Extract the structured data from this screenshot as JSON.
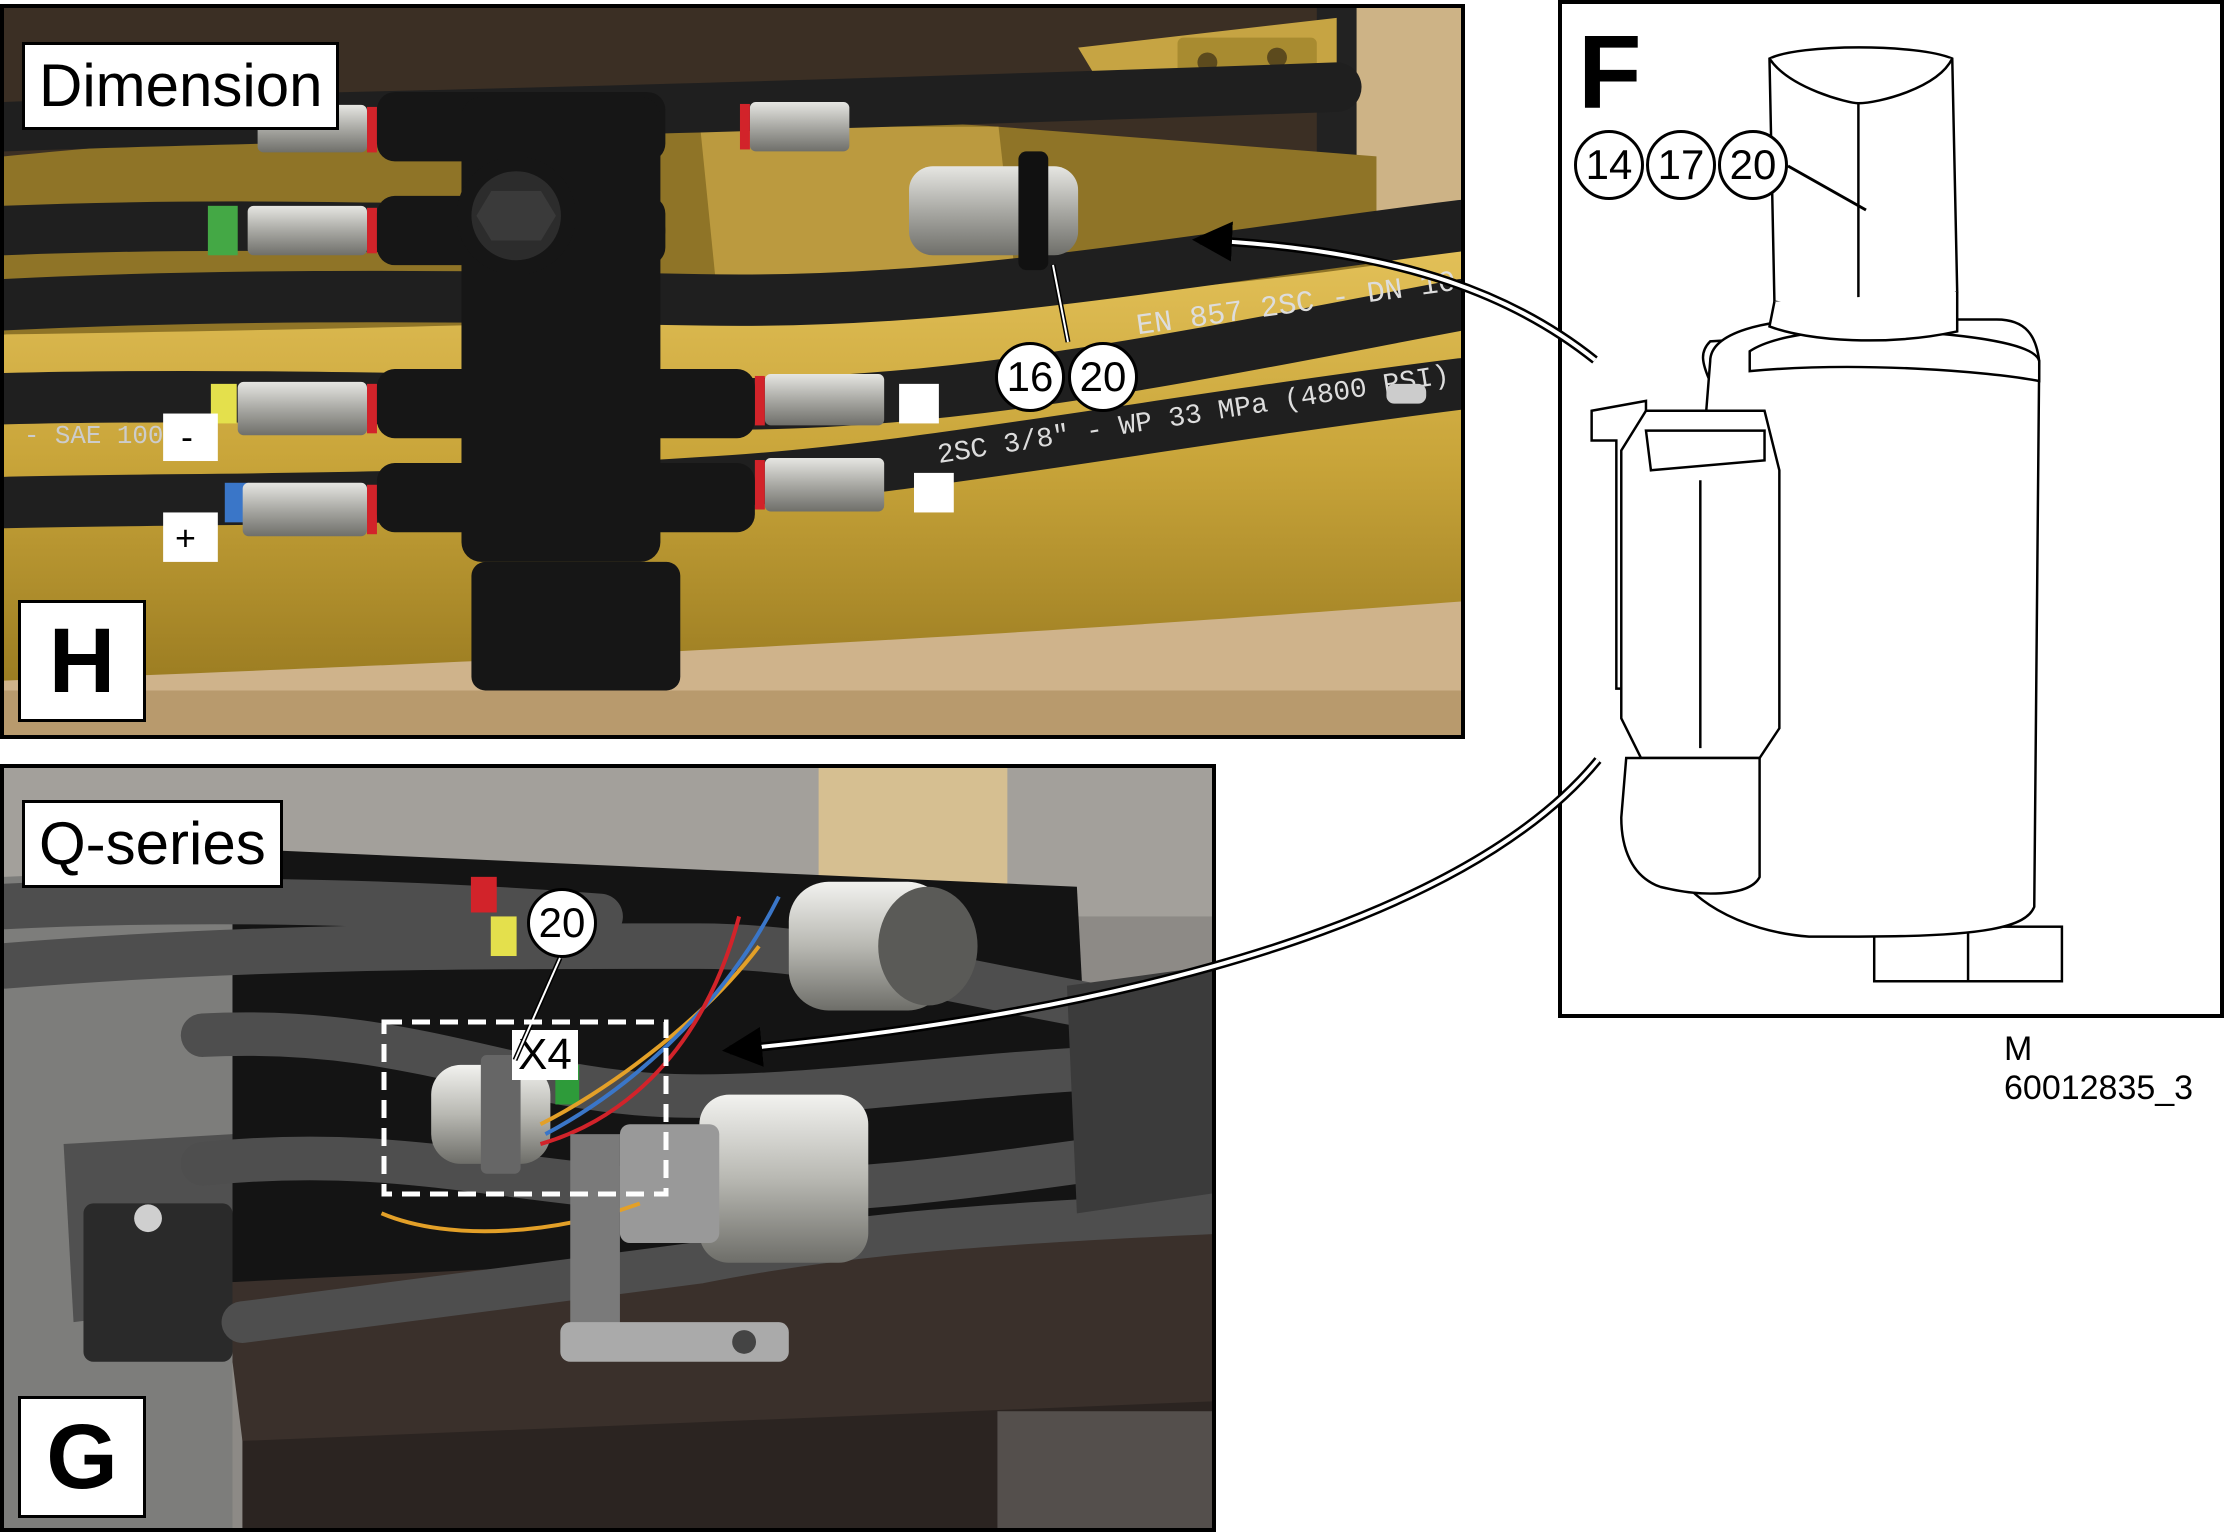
{
  "panels": {
    "top": {
      "label": "Dimension",
      "letter": "H",
      "callouts": [
        "16",
        "20"
      ]
    },
    "bottom": {
      "label": "Q-series",
      "letter": "G",
      "callouts": [
        "20"
      ],
      "connector_label": "X4"
    },
    "detail": {
      "letter": "F",
      "callouts": [
        "14",
        "17",
        "20"
      ]
    }
  },
  "reference_code": "M 60012835_3",
  "colors": {
    "housing_yellow": "#c9a53a",
    "hose_black": "#1f1f1f",
    "fitting_silver": "#b9b9b4",
    "red_ring": "#d2232a",
    "frame_dark": "#2b2421",
    "floor_grey": "#8d8a86",
    "wood": "#d6bf91"
  }
}
